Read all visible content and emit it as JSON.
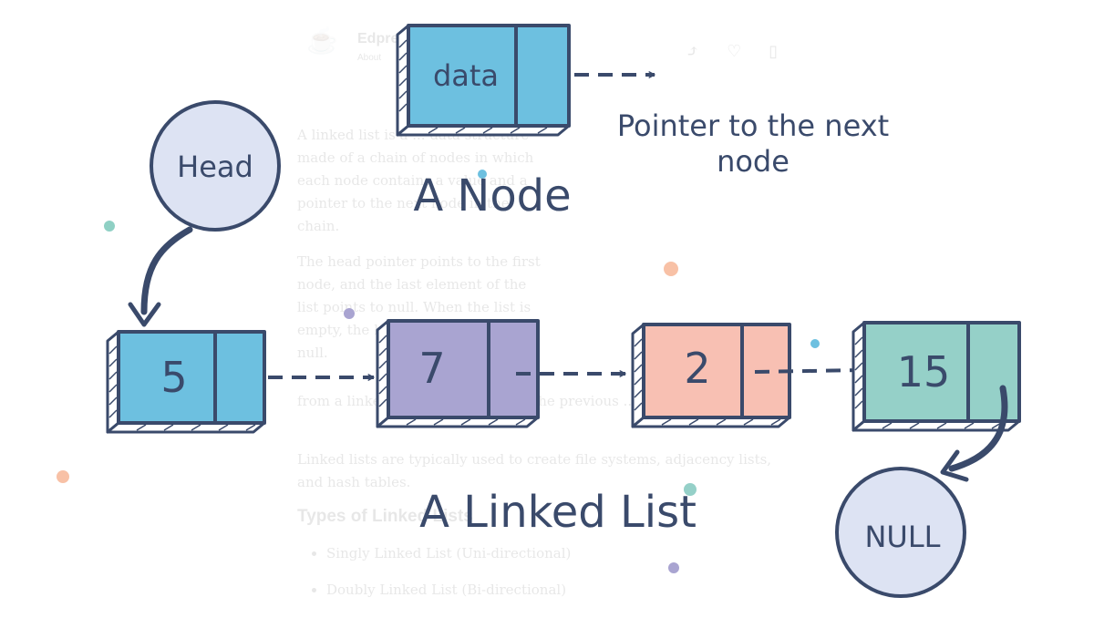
{
  "background_article": {
    "brand": "Edpre",
    "subtitle": "About",
    "paragraphs": [
      "A linked list is a ... data structure made of a chain of nodes in which each node contains a value and a pointer to the next node in the chain.",
      "The head pointer points to the first node, and the last element of the list points to null. When the list is empty, the head pointer points to null.",
      "from a linked list ... we only need the previous ... element to insert ...",
      "Linked lists are typically used to create file systems, adjacency lists, and hash tables."
    ],
    "heading": "Types of Linked Lists",
    "list_items": [
      "Singly Linked List (Uni-directional)",
      "Doubly Linked List (Bi-directional)"
    ]
  },
  "node_example": {
    "data_label": "data",
    "pointer_caption_line1": "Pointer to the next",
    "pointer_caption_line2": "node",
    "title": "A Node"
  },
  "head_label": "Head",
  "linked_list": {
    "title": "A Linked List",
    "nodes": [
      {
        "value": "5",
        "color": "#6dc0e0"
      },
      {
        "value": "7",
        "color": "#a9a4d1"
      },
      {
        "value": "2",
        "color": "#f8c0b3"
      },
      {
        "value": "15",
        "color": "#95d0c8"
      }
    ]
  },
  "null_label": "NULL",
  "colors": {
    "outline": "#3a4a6b",
    "circle_fill": "#dde3f3",
    "node_blue": "#6dc0e0"
  }
}
